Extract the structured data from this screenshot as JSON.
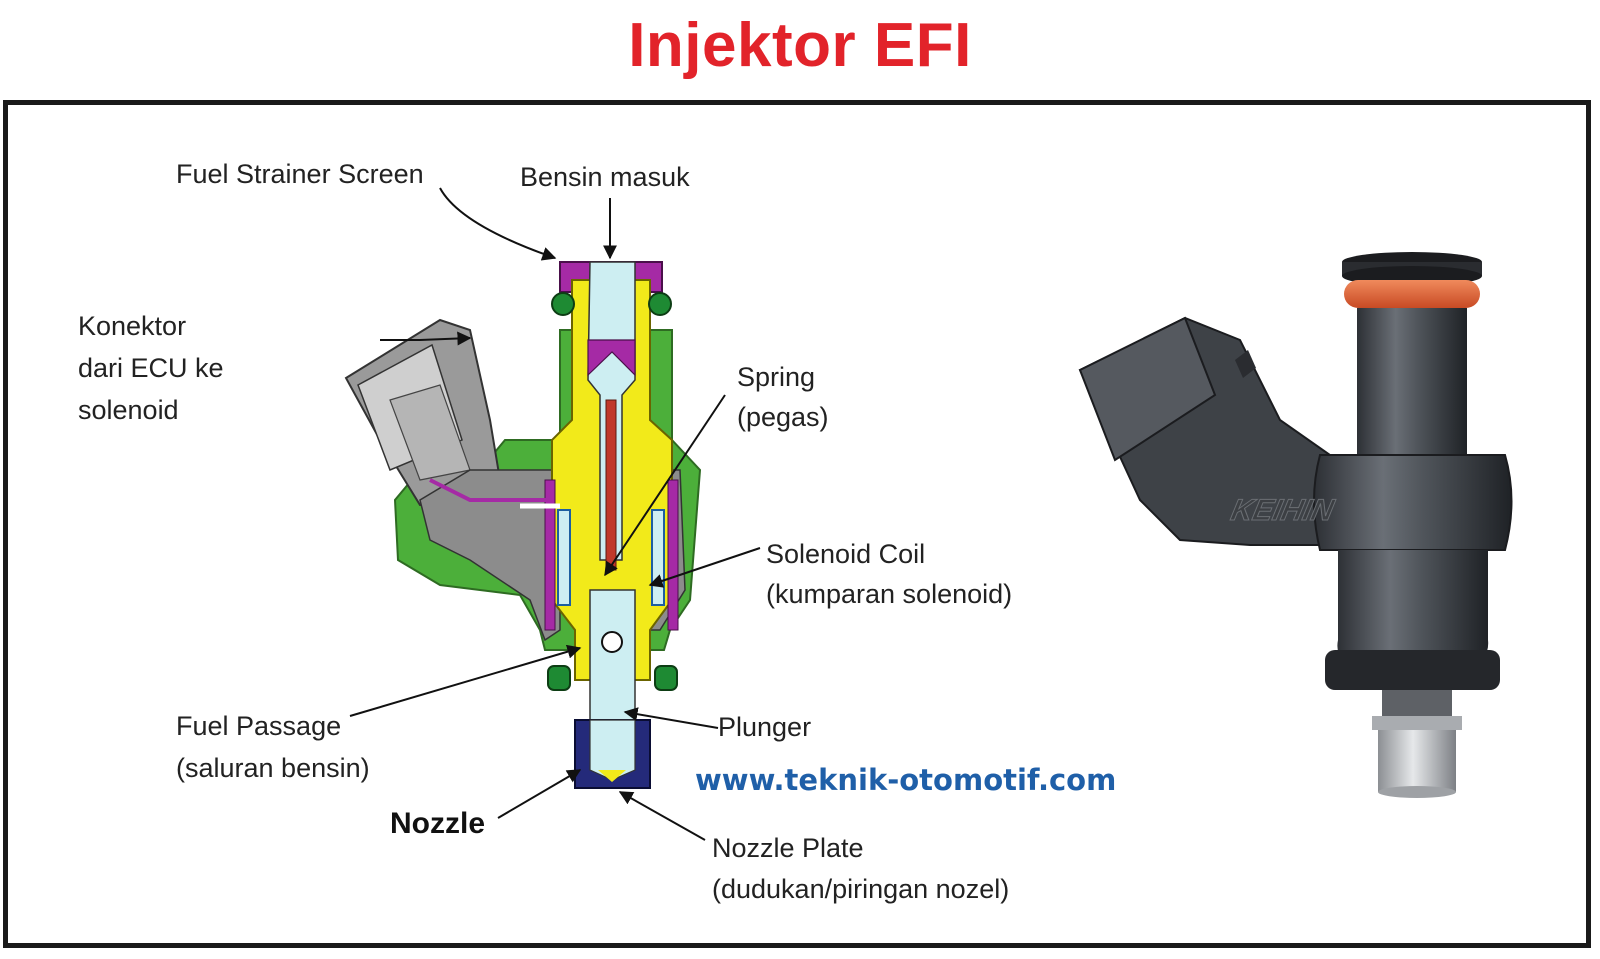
{
  "title": "Injektor EFI",
  "labels": {
    "fuel_strainer_screen": "Fuel Strainer Screen",
    "bensin_masuk": "Bensin masuk",
    "konektor_1": "Konektor",
    "konektor_2": "dari ECU ke",
    "konektor_3": "solenoid",
    "spring_1": "Spring",
    "spring_2": "(pegas)",
    "solenoid_1": "Solenoid Coil",
    "solenoid_2": "(kumparan solenoid)",
    "fuel_passage_1": "Fuel Passage",
    "fuel_passage_2": "(saluran bensin)",
    "plunger": "Plunger",
    "nozzle": "Nozzle",
    "nozzle_plate_1": "Nozzle Plate",
    "nozzle_plate_2": "(dudukan/piringan nozel)"
  },
  "website": "www.teknik-otomotif.com",
  "product_brand": "KEIHIN",
  "colors": {
    "title": "#e2232a",
    "website": "#1f5fa8",
    "body_green": "#4caf3a",
    "inner_grey": "#9a9a9a",
    "yellow_core": "#f2ea1a",
    "magenta_parts": "#a52aa5",
    "light_blue": "#cdeef2",
    "nozzle_navy": "#242a7a",
    "o_ring_orange": "#e8623a"
  }
}
